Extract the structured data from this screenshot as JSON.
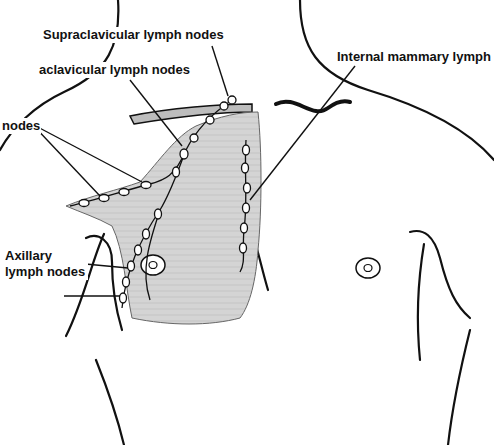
{
  "diagram": {
    "labels": [
      "Supraclavicular lymph nodes",
      "aclavicular lymph nodes",
      "Internal mammary lymph",
      "nodes",
      "Axillary lymph nodes"
    ]
  }
}
